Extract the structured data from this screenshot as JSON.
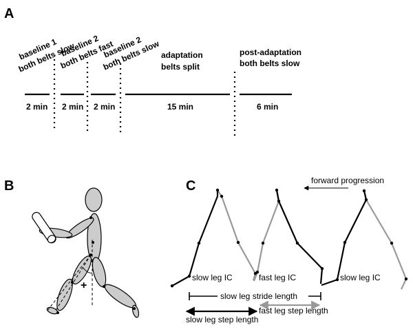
{
  "panel_a": {
    "letter": "A",
    "phases": [
      {
        "title1": "baseline 1",
        "title2": "both belts slow",
        "duration": "2 min"
      },
      {
        "title1": "baseline 2",
        "title2": "both belts fast",
        "duration": "2 min"
      },
      {
        "title1": "baseline 2",
        "title2": "both belts slow",
        "duration": "2 min"
      },
      {
        "title1": "adaptation",
        "title2": "belts split",
        "duration": "15 min"
      },
      {
        "title1": "post-adaptation",
        "title2": "both belts slow",
        "duration": "6 min"
      }
    ]
  },
  "panel_b": {
    "letter": "B",
    "angle_sign": "+"
  },
  "panel_c": {
    "letter": "C",
    "direction_label": "forward progression",
    "ic_labels": [
      "slow leg IC",
      "fast leg IC",
      "slow leg IC"
    ],
    "stride_label": "slow leg stride length",
    "fast_step_label": "fast leg step length",
    "slow_step_label": "slow leg step length",
    "colors": {
      "slow_leg": "#000000",
      "fast_leg": "#999999"
    }
  }
}
